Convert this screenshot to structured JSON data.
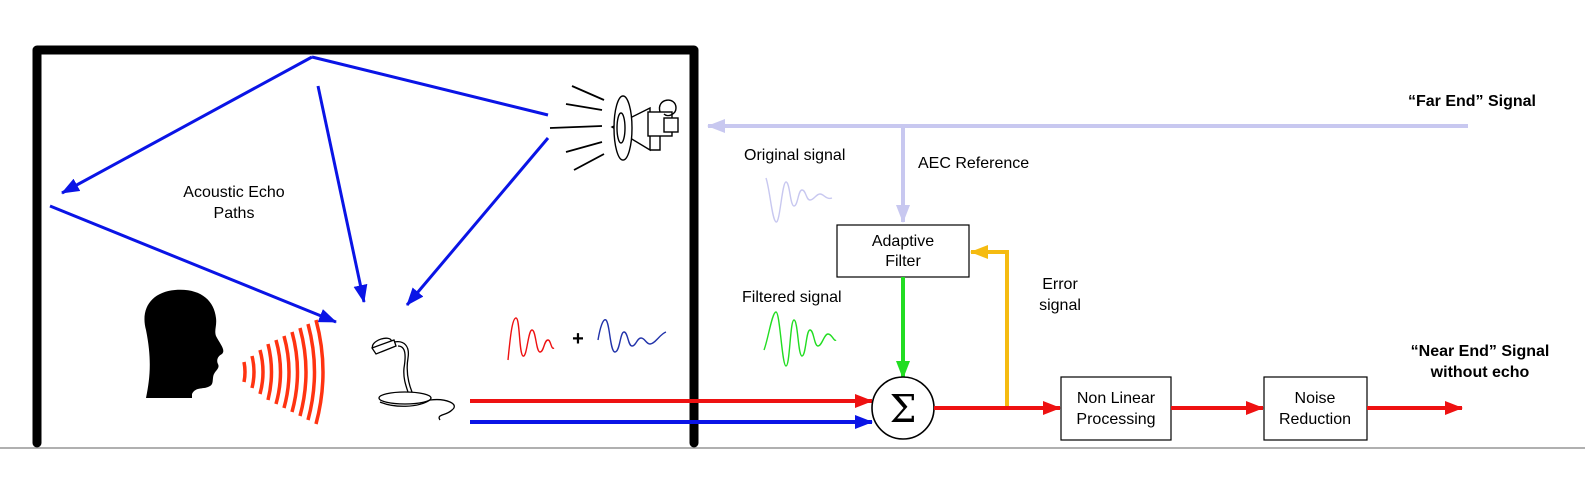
{
  "labels": {
    "far_end": "“Far End” Signal",
    "aec_reference": "AEC Reference",
    "original_signal": "Original signal",
    "filtered_signal": "Filtered signal",
    "error_signal_1": "Error",
    "error_signal_2": "signal",
    "echo_paths_1": "Acoustic Echo",
    "echo_paths_2": "Paths",
    "near_end_1": "“Near End” Signal",
    "near_end_2": "without echo",
    "plus": "+",
    "sum_symbol": "Σ"
  },
  "blocks": {
    "adaptive_filter_1": "Adaptive",
    "adaptive_filter_2": "Filter",
    "nlp_1": "Non Linear",
    "nlp_2": "Processing",
    "noise_1": "Noise",
    "noise_2": "Reduction"
  },
  "colors": {
    "echo_path": "#0a14e6",
    "reference": "#c8c8f0",
    "near_signal": "#ee1111",
    "filtered": "#22dd22",
    "error": "#f5bb11",
    "room_wall": "#000000"
  },
  "icons": [
    "head-silhouette-icon",
    "speech-waves-icon",
    "microphone-icon",
    "loudspeaker-icon"
  ]
}
